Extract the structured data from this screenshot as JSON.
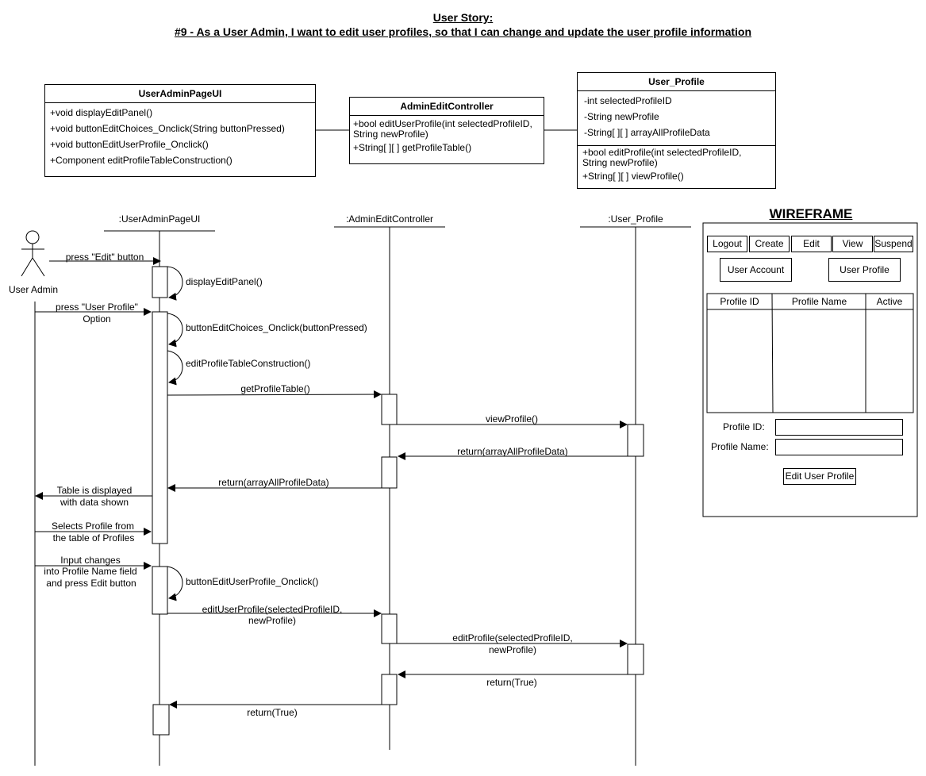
{
  "header": {
    "title": "User Story:",
    "story": "#9 - As a User Admin, I want to edit user profiles, so that I can change and update the user profile information"
  },
  "classes": {
    "ui": {
      "name": "UserAdminPageUI",
      "methods": [
        "+void displayEditPanel()",
        "+void buttonEditChoices_Onclick(String buttonPressed)",
        "+void buttonEditUserProfile_Onclick()",
        "+Component editProfileTableConstruction()"
      ]
    },
    "controller": {
      "name": "AdminEditController",
      "methods": [
        "+bool editUserProfile(int selectedProfileID,",
        " String newProfile)",
        "+String[ ][ ] getProfileTable()"
      ]
    },
    "entity": {
      "name": "User_Profile",
      "attributes": [
        "-int selectedProfileID",
        "-String newProfile",
        "-String[ ][ ] arrayAllProfileData"
      ],
      "methods": [
        "+bool editProfile(int selectedProfileID,",
        " String newProfile)",
        "+String[ ][ ] viewProfile()"
      ]
    }
  },
  "lifelines": {
    "ui": ":UserAdminPageUI",
    "controller": ":AdminEditController",
    "entity": ":User_Profile",
    "actor": "User Admin"
  },
  "messages": {
    "m1": "press \"Edit\" button",
    "m2": "displayEditPanel()",
    "m3a": "press \"User Profile\"",
    "m3b": "Option",
    "m4": "buttonEditChoices_Onclick(buttonPressed)",
    "m5": "editProfileTableConstruction()",
    "m6": "getProfileTable()",
    "m7": "viewProfile()",
    "m8": "return(arrayAllProfileData)",
    "m9": "return(arrayAllProfileData)",
    "m10a": "Table is displayed",
    "m10b": "with data shown",
    "m11a": "Selects Profile from",
    "m11b": "the table of Profiles",
    "m12a": "Input changes",
    "m12b": "into Profile Name field",
    "m12c": "and press Edit button",
    "m13": "buttonEditUserProfile_Onclick()",
    "m14a": "editUserProfile(selectedProfileID,",
    "m14b": "newProfile)",
    "m15a": "editProfile(selectedProfileID,",
    "m15b": "newProfile)",
    "m16": "return(True)",
    "m17": "return(True)"
  },
  "wireframe": {
    "title": "WIREFRAME",
    "nav": [
      "Logout",
      "Create",
      "Edit",
      "View",
      "Suspend"
    ],
    "tabs": [
      "User Account",
      "User Profile"
    ],
    "columns": [
      "Profile ID",
      "Profile Name",
      "Active"
    ],
    "profile_id_label": "Profile ID:",
    "profile_name_label": "Profile Name:",
    "submit": "Edit User Profile"
  }
}
